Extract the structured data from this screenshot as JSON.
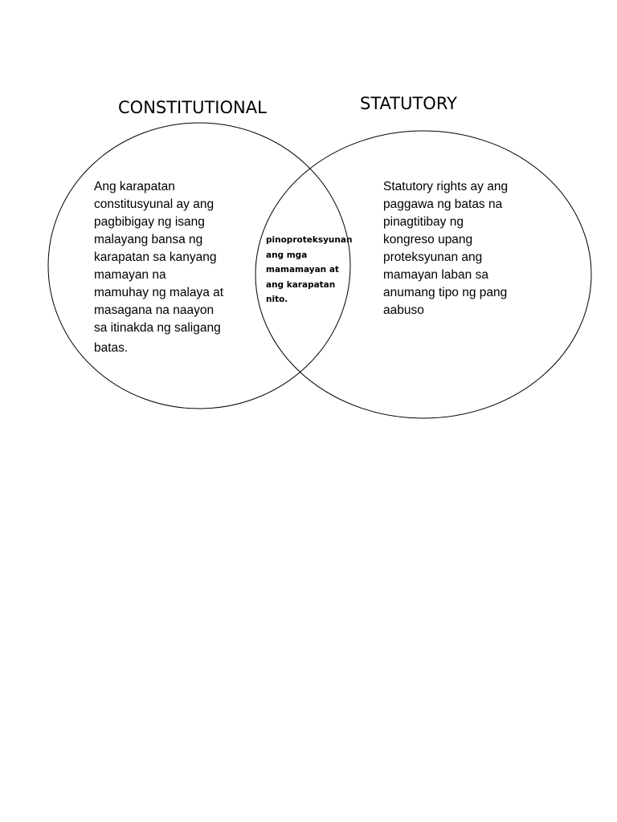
{
  "diagram": {
    "left_set": {
      "title": "CONSTITUTIONAL",
      "lines": [
        "Ang karapatan",
        "constitusyunal ay ang",
        "pagbibigay ng isang",
        "malayang bansa ng",
        "karapatan sa kanyang",
        "mamayan na",
        "mamuhay ng malaya at",
        "masagana na naayon",
        "sa itinakda ng saligang",
        "batas."
      ]
    },
    "right_set": {
      "title": "STATUTORY",
      "lines": [
        "Statutory rights ay ang",
        "paggawa ng batas na",
        "pinagtitibay ng",
        "kongreso upang",
        "proteksyunan ang",
        "mamayan laban sa",
        "anumang tipo ng pang",
        "aabuso"
      ]
    },
    "intersection": {
      "lines": [
        "pinoproteksyunan",
        "ang mga",
        "mamamayan at",
        "ang karapatan",
        "nito."
      ]
    },
    "colors": {
      "stroke": "#000000",
      "background": "#ffffff",
      "text": "#000000"
    }
  }
}
